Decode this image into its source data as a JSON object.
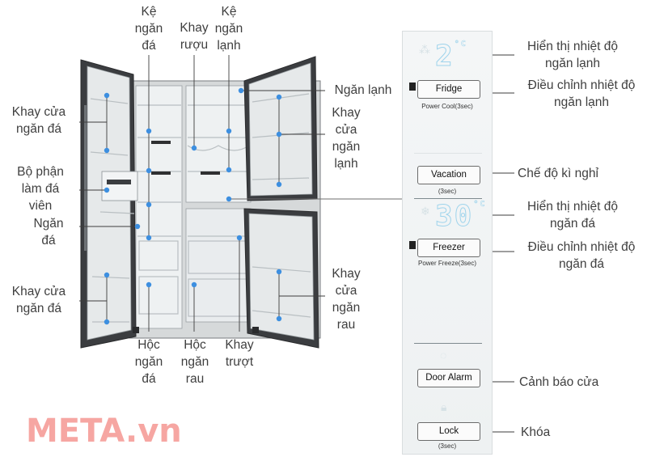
{
  "labels": {
    "ke_ngan_da": "Kệ\nngăn\nđá",
    "khay_ruou": "Khay\nrượu",
    "ke_ngan_lanh": "Kệ\nngăn\nlạnh",
    "khay_cua_ngan_da_top": "Khay cửa\nngăn đá",
    "bo_phan_lam_da": "Bộ phận\nlàm đá\nviên",
    "ngan_da": "Ngăn\nđá",
    "khay_cua_ngan_da_bottom": "Khay cửa\nngăn đá",
    "hoc_ngan_da": "Hộc\nngăn\nđá",
    "hoc_ngan_rau": "Hộc\nngăn\nrau",
    "khay_truot": "Khay\ntrượt",
    "ngan_lanh": "Ngăn lạnh",
    "khay_cua_ngan_lanh": "Khay\ncửa\nngăn\nlạnh",
    "khay_cua_ngan_rau": "Khay\ncửa\nngăn\nrau",
    "hien_thi_ngan_lanh": "Hiển thị nhiệt độ\nngăn lạnh",
    "dieu_chinh_ngan_lanh": "Điều chỉnh nhiệt độ\nngăn lạnh",
    "che_do_ki_nghi": "Chế độ kì nghỉ",
    "hien_thi_ngan_da": "Hiển thị nhiệt độ\nngăn đá",
    "dieu_chinh_ngan_da": "Điều chỉnh nhiệt độ\nngăn đá",
    "canh_bao_cua": "Cảnh báo cửa",
    "khoa": "Khóa"
  },
  "panel": {
    "fridge_temp": "2",
    "fridge_unit": "°C",
    "freezer_temp": "30",
    "freezer_unit": "°C",
    "fridge_button": "Fridge",
    "fridge_sub": "Power Cool(3sec)",
    "vacation_button": "Vacation",
    "vacation_sub": "(3sec)",
    "freezer_button": "Freezer",
    "freezer_sub": "Power Freeze(3sec)",
    "door_alarm_button": "Door Alarm",
    "lock_button": "Lock",
    "lock_sub": "(3sec)"
  },
  "brand": "META.vn",
  "colors": {
    "accent_dot": "#3d8fe0",
    "digit": "#9fd4ec",
    "brand": "#f6a6a2",
    "label_text": "#3f3f3f"
  }
}
